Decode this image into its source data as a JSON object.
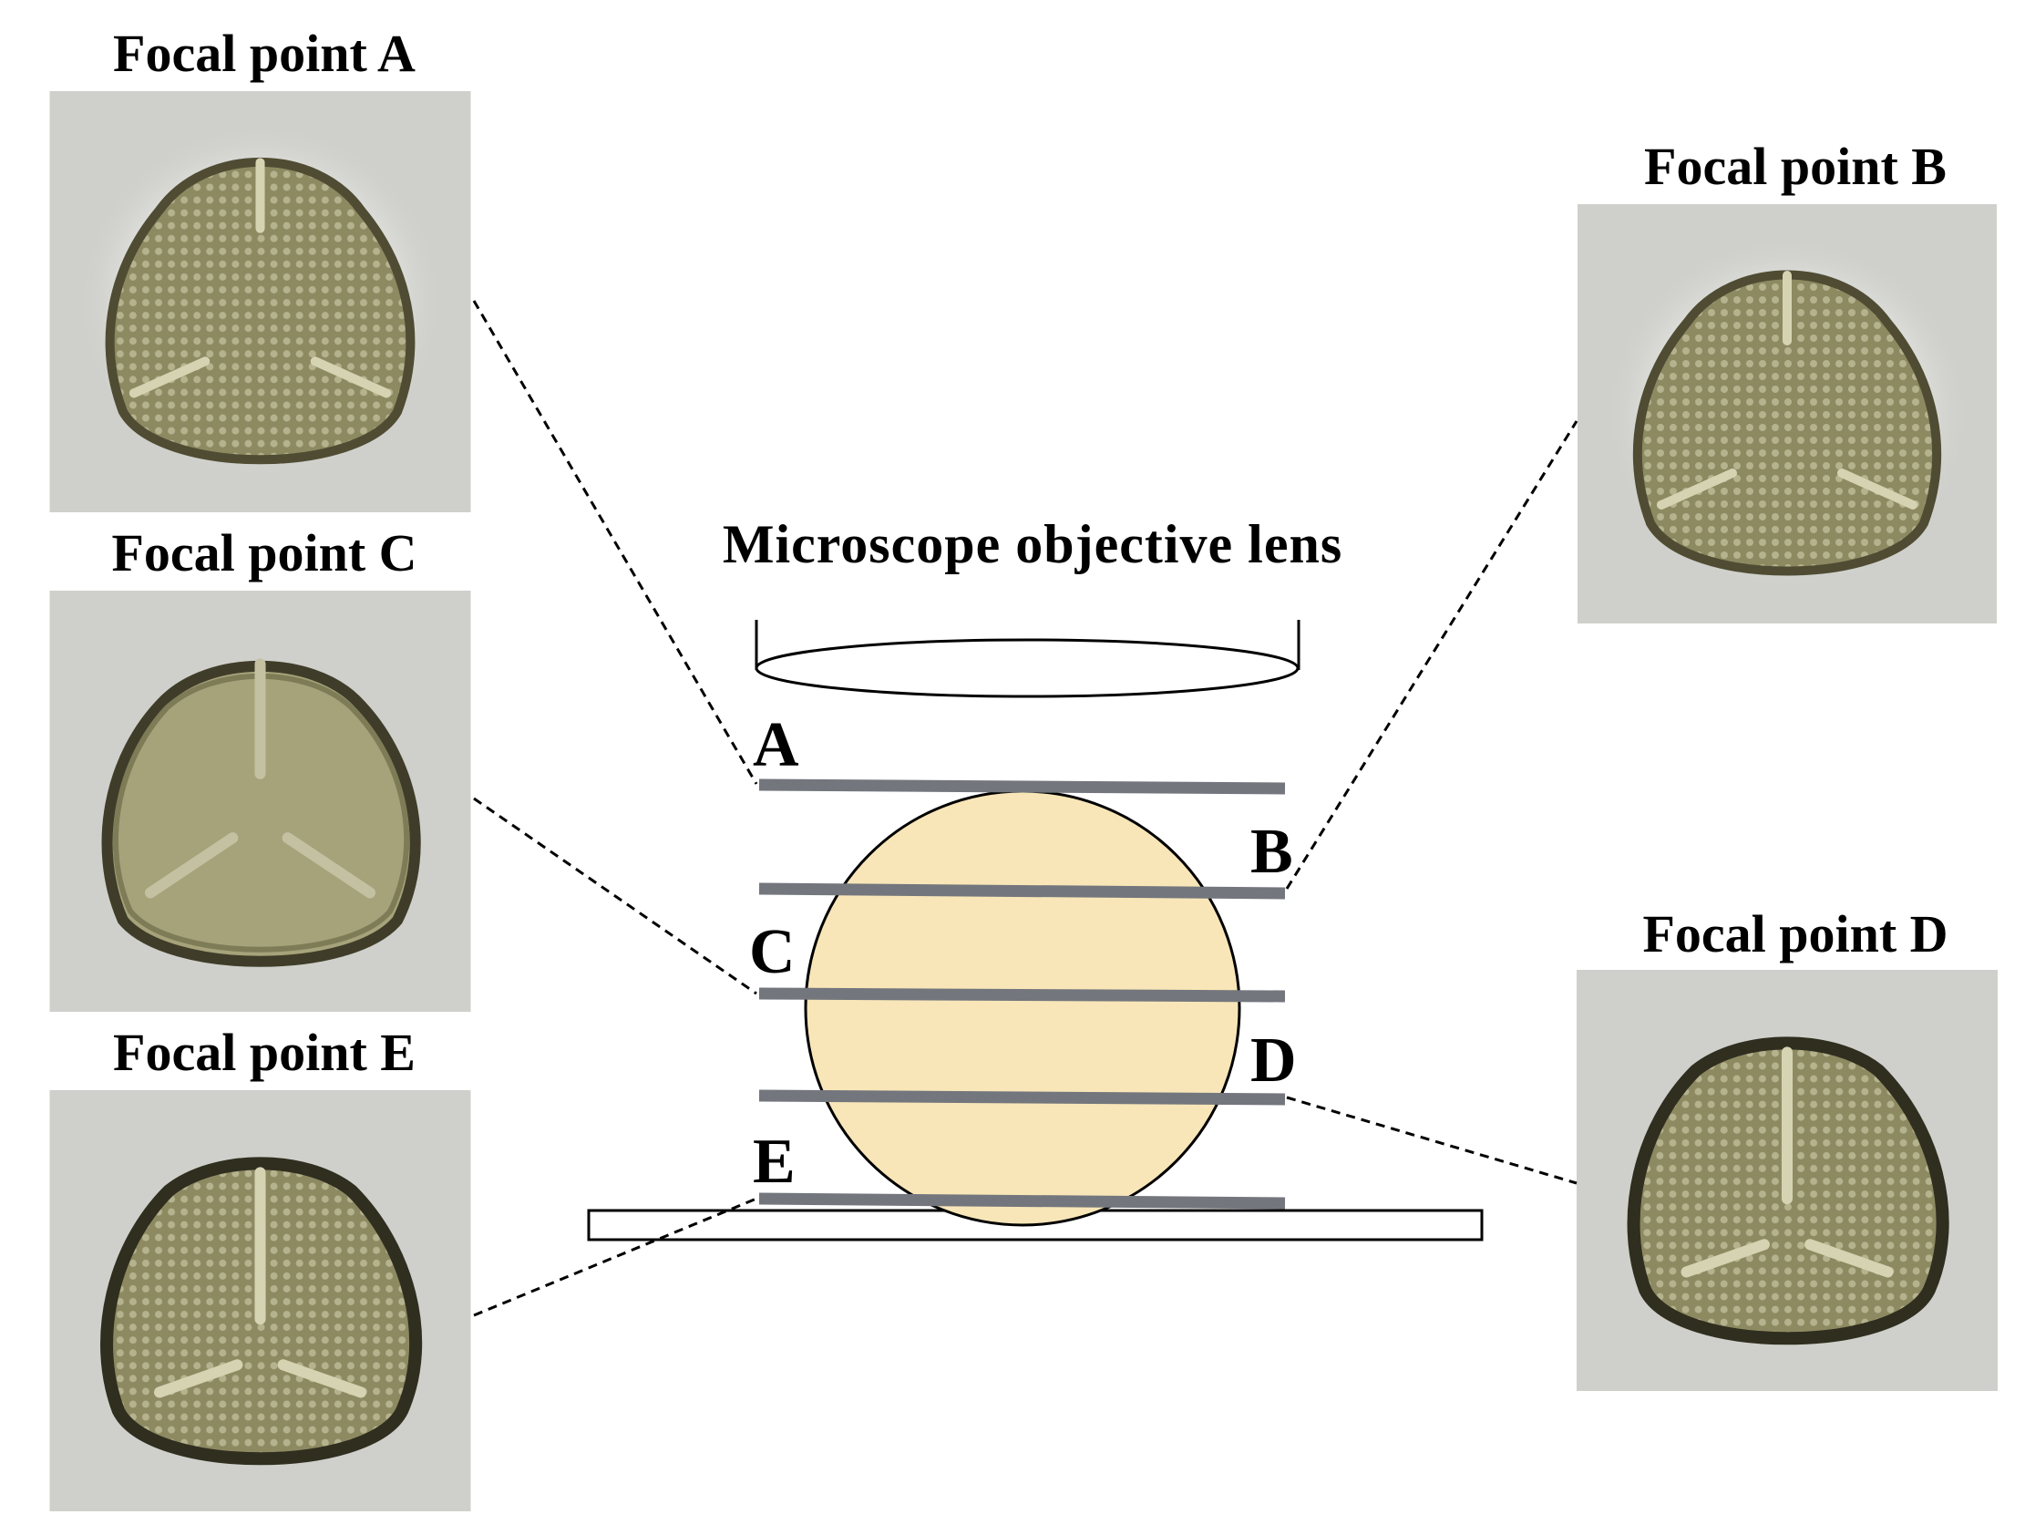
{
  "lens_label": "Microscope objective lens",
  "focal_planes": [
    "A",
    "B",
    "C",
    "D",
    "E"
  ],
  "panels": [
    {
      "id": "A",
      "title": "Focal point A"
    },
    {
      "id": "B",
      "title": "Focal point B"
    },
    {
      "id": "C",
      "title": "Focal point C"
    },
    {
      "id": "D",
      "title": "Focal point D"
    },
    {
      "id": "E",
      "title": "Focal point E"
    }
  ],
  "colors": {
    "background": "#ffffff",
    "pollen_body": "#f8e6b8",
    "focal_plane": "#73767d",
    "photo_background": "#cfd0cb",
    "grain_exine": "#5d5a3d",
    "grain_fill": "#a6a27a",
    "leader_line": "#000000"
  },
  "icons": {
    "lens": "objective-lens-icon",
    "pollen": "pollen-grain-icon",
    "slide": "microscope-slide-icon"
  }
}
